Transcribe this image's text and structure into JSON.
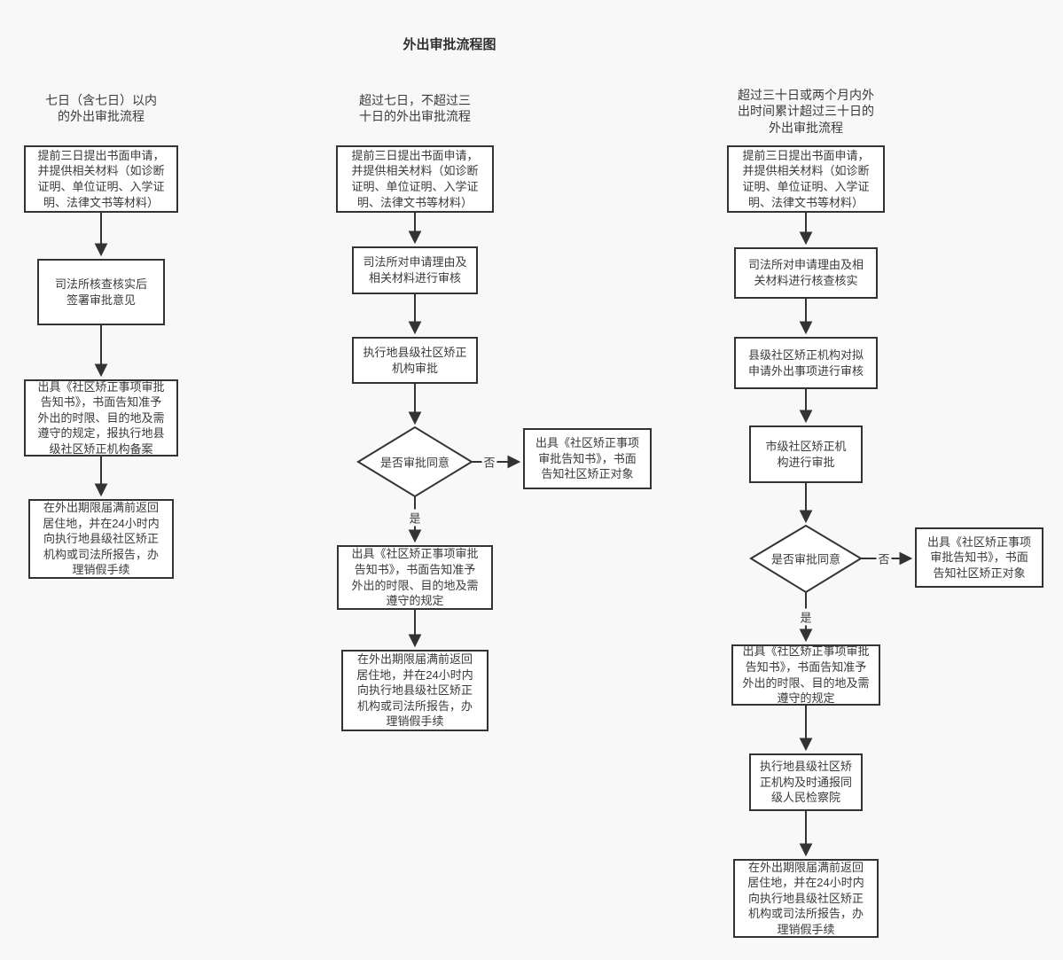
{
  "title": "外出审批流程图",
  "colors": {
    "background": "#f8f8f8",
    "box_fill": "#ffffff",
    "line": "#333333",
    "text": "#3a3a3a"
  },
  "decision_labels": {
    "yes": "是",
    "no": "否"
  },
  "columns": [
    {
      "header": "七日（含七日）以内\n的外出审批流程",
      "steps": [
        "提前三日提出书面申请，\n并提供相关材料（如诊断\n证明、单位证明、入学证\n明、法律文书等材料）",
        "司法所核查核实后\n签署审批意见",
        "出具《社区矫正事项审批\n告知书》，书面告知准予\n外出的时限、目的地及需\n遵守的规定，报执行地县\n级社区矫正机构备案",
        "在外出期限届满前返回\n居住地，并在24小时内\n向执行地县级社区矫正\n机构或司法所报告，办\n理销假手续"
      ]
    },
    {
      "header": "超过七日，不超过三\n十日的外出审批流程",
      "steps": [
        "提前三日提出书面申请，\n并提供相关材料（如诊断\n证明、单位证明、入学证\n明、法律文书等材料）",
        "司法所对申请理由及\n相关材料进行审核",
        "执行地县级社区矫正\n机构审批"
      ],
      "decision": "是否审批同意",
      "reject_box": "出具《社区矫正事项\n审批告知书》，书面\n告知社区矫正对象",
      "approve_steps": [
        "出具《社区矫正事项审批\n告知书》，书面告知准予\n外出的时限、目的地及需\n遵守的规定",
        "在外出期限届满前返回\n居住地，并在24小时内\n向执行地县级社区矫正\n机构或司法所报告，办\n理销假手续"
      ]
    },
    {
      "header": "超过三十日或两个月内外\n出时间累计超过三十日的\n外出审批流程",
      "steps": [
        "提前三日提出书面申请，\n并提供相关材料（如诊断\n证明、单位证明、入学证\n明、法律文书等材料）",
        "司法所对申请理由及相\n关材料进行核查核实",
        "县级社区矫正机构对拟\n申请外出事项进行审核",
        "市级社区矫正机\n构进行审批"
      ],
      "decision": "是否审批同意",
      "reject_box": "出具《社区矫正事项\n审批告知书》，书面\n告知社区矫正对象",
      "approve_steps": [
        "出具《社区矫正事项审批\n告知书》，书面告知准予\n外出的时限、目的地及需\n遵守的规定",
        "执行地县级社区矫\n正机构及时通报同\n级人民检察院",
        "在外出期限届满前返回\n居住地，并在24小时内\n向执行地县级社区矫正\n机构或司法所报告，办\n理销假手续"
      ]
    }
  ]
}
